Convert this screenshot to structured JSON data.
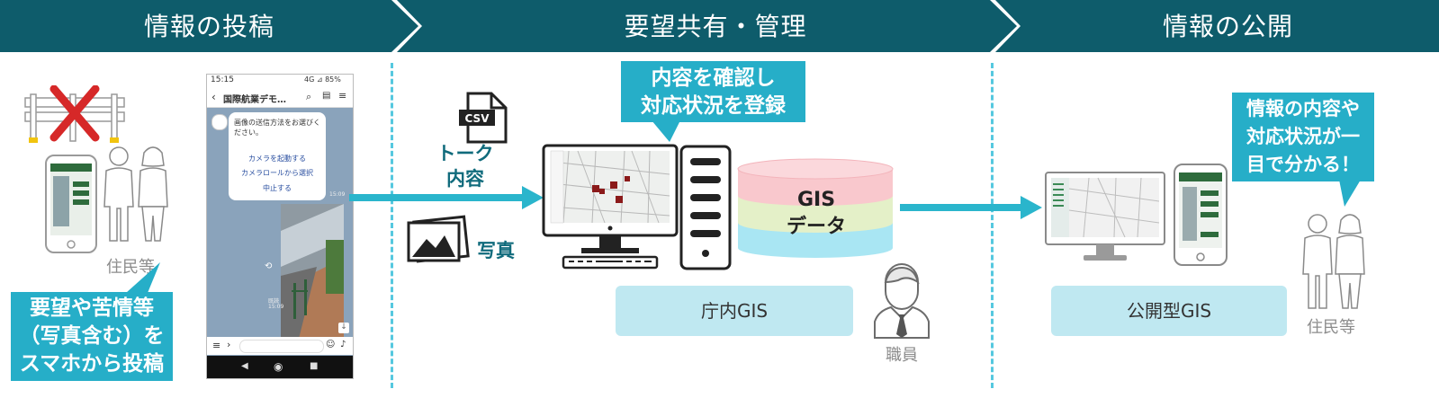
{
  "stages": [
    "情報の投稿",
    "要望共有・管理",
    "情報の公開"
  ],
  "callouts": {
    "post": [
      "要望や苦情等",
      "（写真含む）を",
      "スマホから投稿"
    ],
    "confirm": [
      "内容を確認し",
      "対応状況を登録"
    ],
    "public": [
      "情報の内容や",
      "対応状況が一",
      "目で分かる！"
    ]
  },
  "labels": {
    "residents_left": "住民等",
    "residents_right": "住民等",
    "staff": "職員",
    "internal_gis": "庁内GIS",
    "public_gis": "公開型GIS",
    "talk_content": [
      "トーク",
      "内容"
    ],
    "photo": "写真",
    "csv": "CSV",
    "gis_data": [
      "GIS",
      "データ"
    ]
  },
  "phone": {
    "time": "15:15",
    "status": "4G ⊿ 85%",
    "title": "国際航業デモ…",
    "prompt": "画像の送信方法をお選びください。",
    "options": [
      "カメラを起動する",
      "カメラロールから選択",
      "中止する"
    ],
    "msg_time": "15:09",
    "read_mark": "既読",
    "read_time": "15:09"
  },
  "colors": {
    "header": "#0e5c6b",
    "accent": "#26aec8",
    "arrow": "#2ab5cc",
    "gis_box": "#bfe8f1",
    "db_pink": "#f9c8cd",
    "db_green": "#e4f0c8",
    "db_blue": "#a9e6f3",
    "red_x": "#d62828",
    "parcel": "#8b1a1a"
  }
}
